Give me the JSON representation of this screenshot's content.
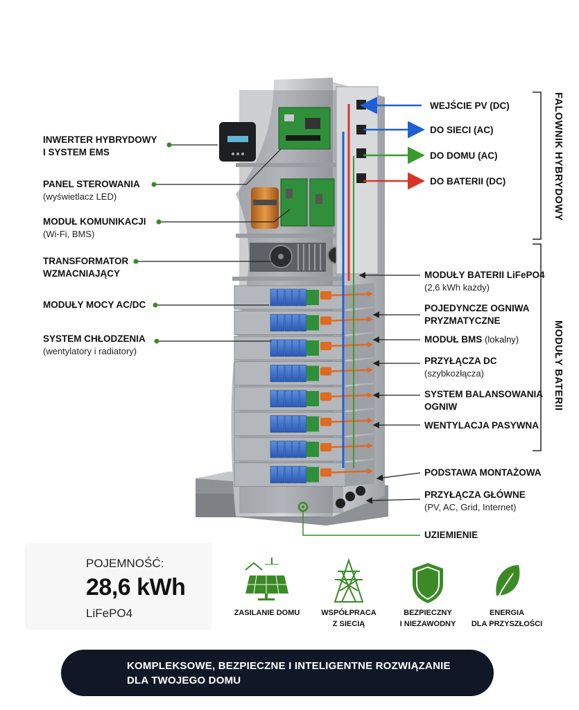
{
  "left_callouts": [
    {
      "title": "INWERTER HYBRYDOWY",
      "title2": "I SYSTEM EMS"
    },
    {
      "title": "PANEL STEROWANIA",
      "sub": "(wyświetlacz LED)"
    },
    {
      "title": "MODUŁ KOMUNIKACJI",
      "sub": "(Wi-Fi, BMS)"
    },
    {
      "title": "TRANSFORMATOR",
      "title2": "WZMACNIAJĄCY"
    },
    {
      "title": "MODUŁY MOCY AC/DC"
    },
    {
      "title": "SYSTEM CHŁODZENIA",
      "sub": "(wentylatory i radiatory)"
    }
  ],
  "right_top_callouts": [
    {
      "title": "WEJŚCIE PV (DC)"
    },
    {
      "title": "DO SIECI (AC)"
    },
    {
      "title": "DO DOMU (AC)"
    },
    {
      "title": "DO BATERII (DC)"
    }
  ],
  "right_callouts": [
    {
      "title": "MODUŁY BATERII LiFePO4",
      "sub": "(2,6 kWh każdy)"
    },
    {
      "title": "POJEDYNCZE OGNIWA",
      "title2": "PRYZMATYCZNE"
    },
    {
      "title": "MODUŁ BMS",
      "inline": "(lokalny)"
    },
    {
      "title": "PRZYŁĄCZA DC",
      "sub": "(szybkozłącza)"
    },
    {
      "title": "SYSTEM BALANSOWANIA",
      "title2": "OGNIW"
    },
    {
      "title": "WENTYLACJA PASYWNA"
    },
    {
      "title": "PODSTAWA MONTAŻOWA"
    },
    {
      "title": "PRZYŁĄCZA GŁÓWNE",
      "sub": "(PV, AC, Grid, Internet)"
    },
    {
      "title": "UZIEMIENIE"
    }
  ],
  "side_labels": {
    "inverter": "FALOWNIK HYBRYDOWY",
    "battery": "MODUŁY BATERII"
  },
  "capacity": {
    "label": "POJEMNOŚĆ:",
    "value": "28,6 kWh",
    "chem": "LiFePO4"
  },
  "features": [
    {
      "line1": "ZASILANIE DOMU",
      "line2": "",
      "icon": "solar-house-icon"
    },
    {
      "line1": "WSPÓŁPRACA",
      "line2": "Z SIECIĄ",
      "icon": "power-tower-icon"
    },
    {
      "line1": "BEZPIECZNY",
      "line2": "I NIEZAWODNY",
      "icon": "shield-icon"
    },
    {
      "line1": "ENERGIA",
      "line2": "DLA PRZYSZŁOŚCI",
      "icon": "leaf-icon"
    }
  ],
  "banner": {
    "line1": "KOMPLEKSOWE, BEZPIECZNE I INTELIGENTNE ROZWIĄZANIE",
    "line2": "DLA TWOJEGO DOMU"
  },
  "colors": {
    "pv_blue": "#1f5fd6",
    "grid_blue": "#1f5fd6",
    "home_green": "#3a9a2e",
    "battery_red": "#d9342b",
    "accent_green": "#3b8a26",
    "banner_bg": "#101828"
  }
}
